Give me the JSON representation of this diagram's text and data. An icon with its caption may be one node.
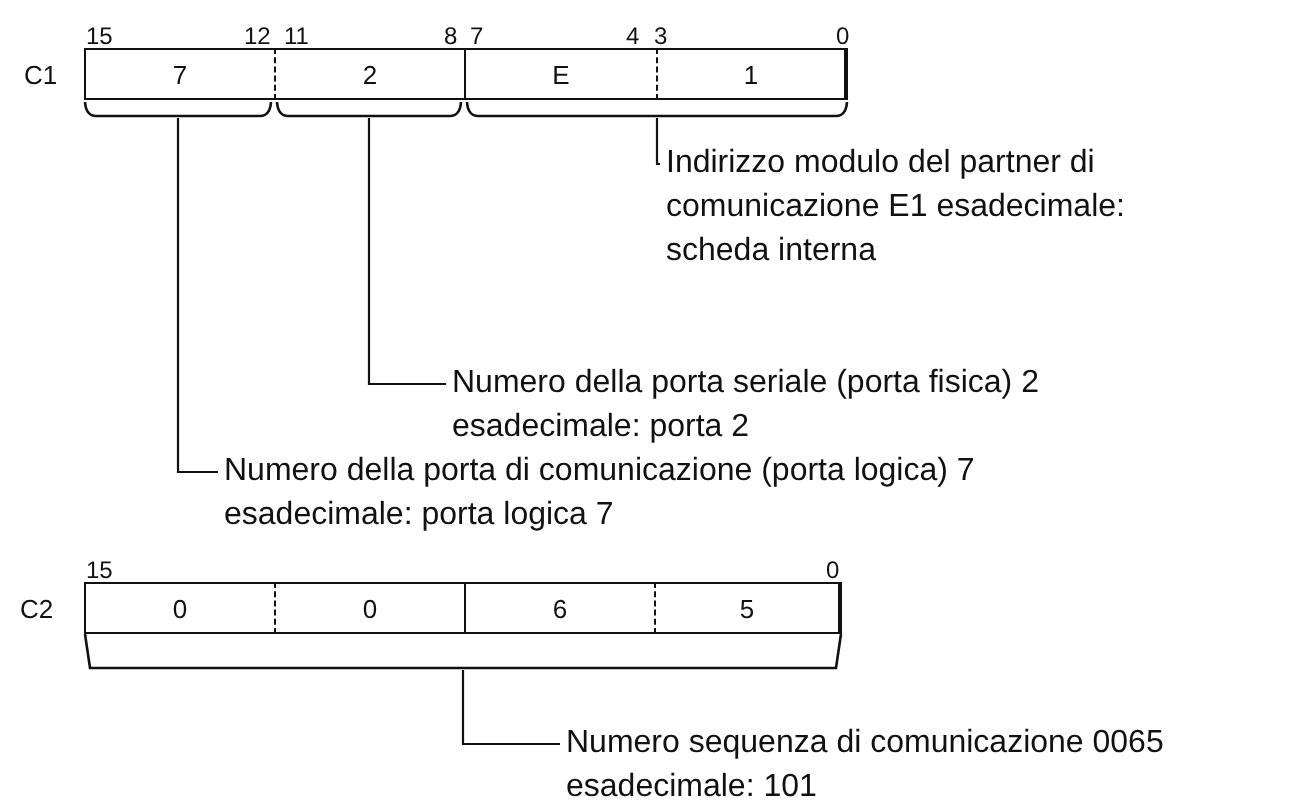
{
  "diagram": {
    "nodes": [
      {
        "text": [
          "7"
        ]
      },
      {
        "text": [
          "2"
        ]
      },
      {
        "text": [
          "E"
        ]
      },
      {
        "text": [
          "1"
        ]
      },
      {
        "text": [],
        "shape": "bracket"
      },
      {
        "text": [],
        "shape": "bracket"
      },
      {
        "text": [],
        "shape": "bracket"
      },
      {
        "text": [
          "Indirizzo modulo del partner di comunicazione E1 esadecimale: scheda interna"
        ]
      },
      {
        "text": [
          "Numero della porta seriale (porta fisica) 2 esadecimale: porta 2"
        ]
      },
      {
        "text": [
          "Numero della porta di comunicazione (porta logica) 7 esadecimale: porta logica 7"
        ]
      },
      {
        "text": [
          "0"
        ]
      },
      {
        "text": [
          "0"
        ]
      },
      {
        "text": [
          "6"
        ]
      },
      {
        "text": [
          "5"
        ]
      },
      {
        "text": [],
        "shape": "bracket"
      },
      {
        "text": [
          "Numero sequenza di comunicazione 0065 esadecimale: 101"
        ]
      }
    ],
    "edges": [
      {
        "from": 7,
        "to": 6,
        "arrow": "none"
      },
      {
        "from": 8,
        "to": 5,
        "arrow": "none"
      },
      {
        "from": 9,
        "to": 4,
        "arrow": "none"
      },
      {
        "from": 15,
        "to": 14,
        "arrow": "none"
      }
    ],
    "labels": [
      "15",
      "12",
      "11",
      "8",
      "7",
      "4",
      "3",
      "0",
      "C1",
      "15",
      "0",
      "C2"
    ]
  }
}
